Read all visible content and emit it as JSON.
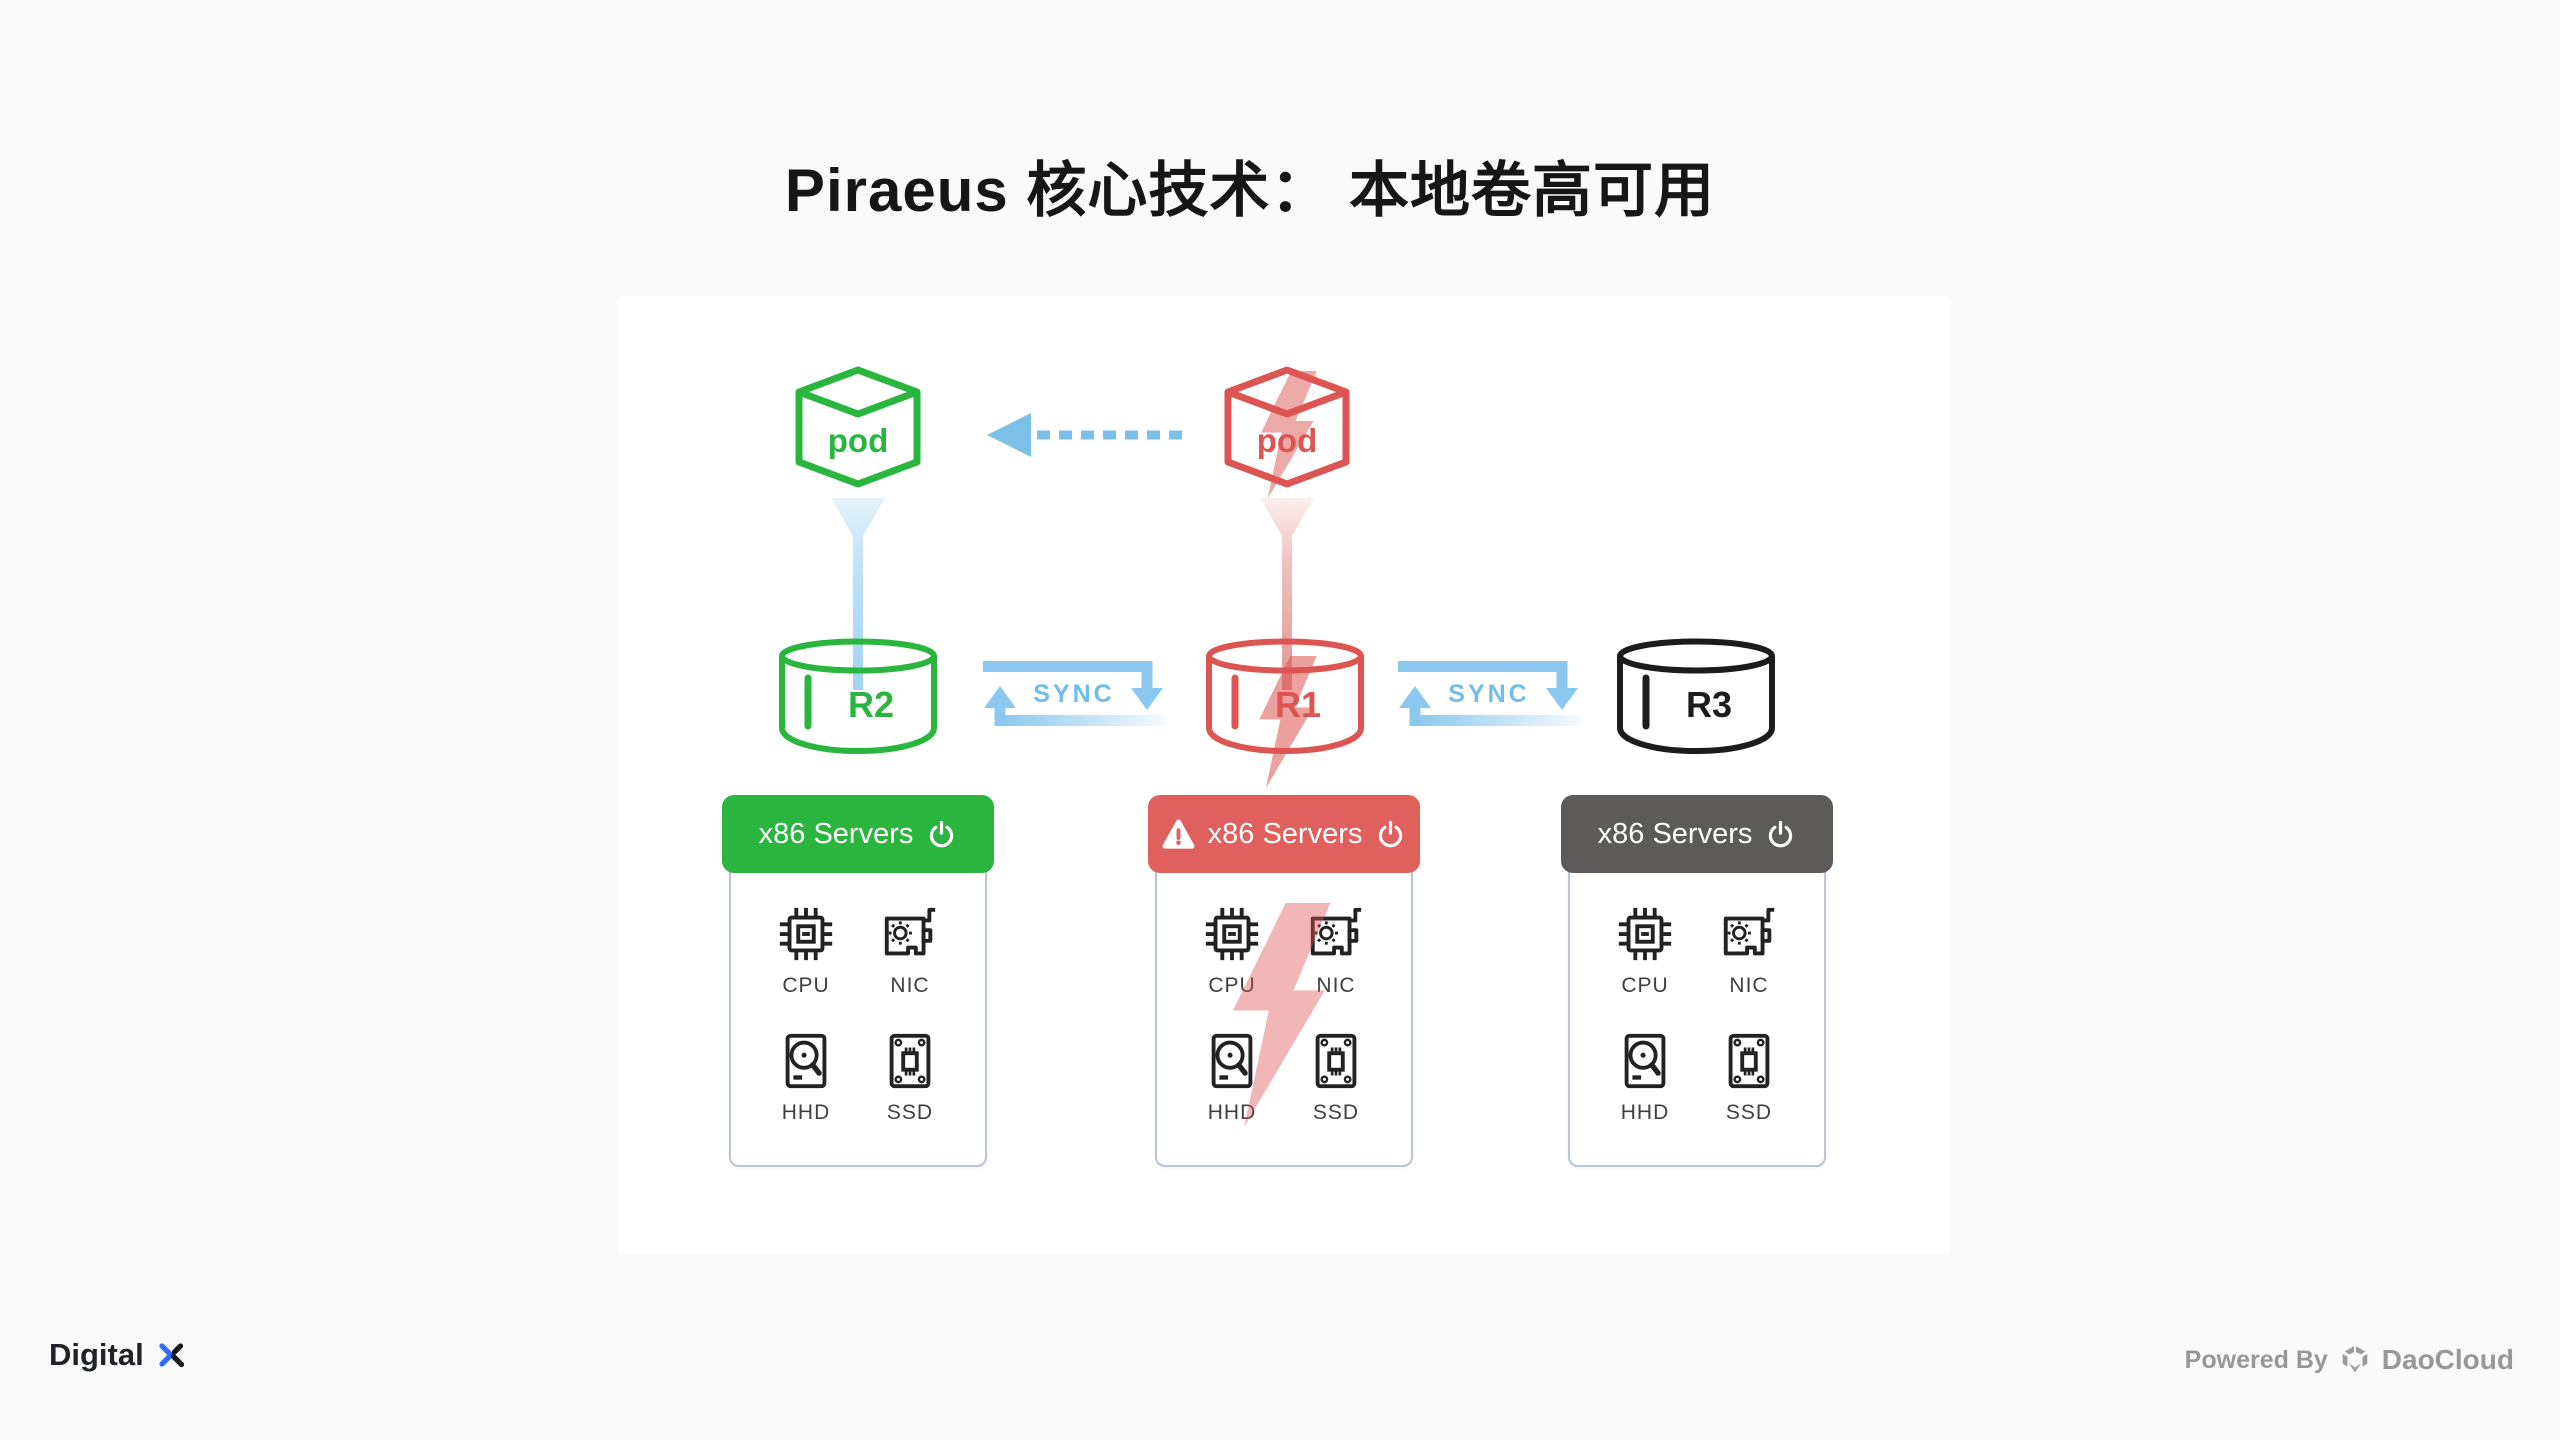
{
  "title": "Piraeus 核心技术： 本地卷高可用",
  "colors": {
    "healthy_green": "#2ab63e",
    "failed_red": "#dd5552",
    "server_header_red": "#e0605e",
    "standby_gray": "#5d5a5a",
    "sync_blue": "#7fc3ec",
    "sync_text_blue": "#70bdec",
    "card_border": "#b9c6d6",
    "brand_blue": "#2f6bff",
    "footer_gray": "#97989a",
    "title_color": "#161616"
  },
  "diagram": {
    "pods": [
      {
        "label": "pod",
        "state": "healthy"
      },
      {
        "label": "pod",
        "state": "failed"
      }
    ],
    "failover_arrow": {
      "direction": "left",
      "style": "dashed"
    },
    "replicas": [
      {
        "label": "R2",
        "state": "healthy"
      },
      {
        "label": "R1",
        "state": "failed"
      },
      {
        "label": "R3",
        "state": "standby"
      }
    ],
    "syncs": [
      {
        "label": "SYNC"
      },
      {
        "label": "SYNC"
      }
    ],
    "servers": [
      {
        "title": "x86 Servers",
        "state": "healthy",
        "warning": false,
        "components": [
          {
            "label": "CPU"
          },
          {
            "label": "NIC"
          },
          {
            "label": "HHD"
          },
          {
            "label": "SSD"
          }
        ]
      },
      {
        "title": "x86 Servers",
        "state": "failed",
        "warning": true,
        "components": [
          {
            "label": "CPU"
          },
          {
            "label": "NIC"
          },
          {
            "label": "HHD"
          },
          {
            "label": "SSD"
          }
        ]
      },
      {
        "title": "x86 Servers",
        "state": "standby",
        "warning": false,
        "components": [
          {
            "label": "CPU"
          },
          {
            "label": "NIC"
          },
          {
            "label": "HHD"
          },
          {
            "label": "SSD"
          }
        ]
      }
    ]
  },
  "footer": {
    "brand": "Digital",
    "powered_by": "Powered By",
    "vendor": "DaoCloud"
  },
  "icons": {
    "power": "power-icon",
    "warning": "warning-triangle-icon",
    "cpu": "cpu-chip-icon",
    "nic": "network-card-icon",
    "hhd": "hard-disk-icon",
    "ssd": "ssd-chip-icon",
    "bolt": "lightning-bolt-icon",
    "cube": "daocloud-cube-icon"
  }
}
